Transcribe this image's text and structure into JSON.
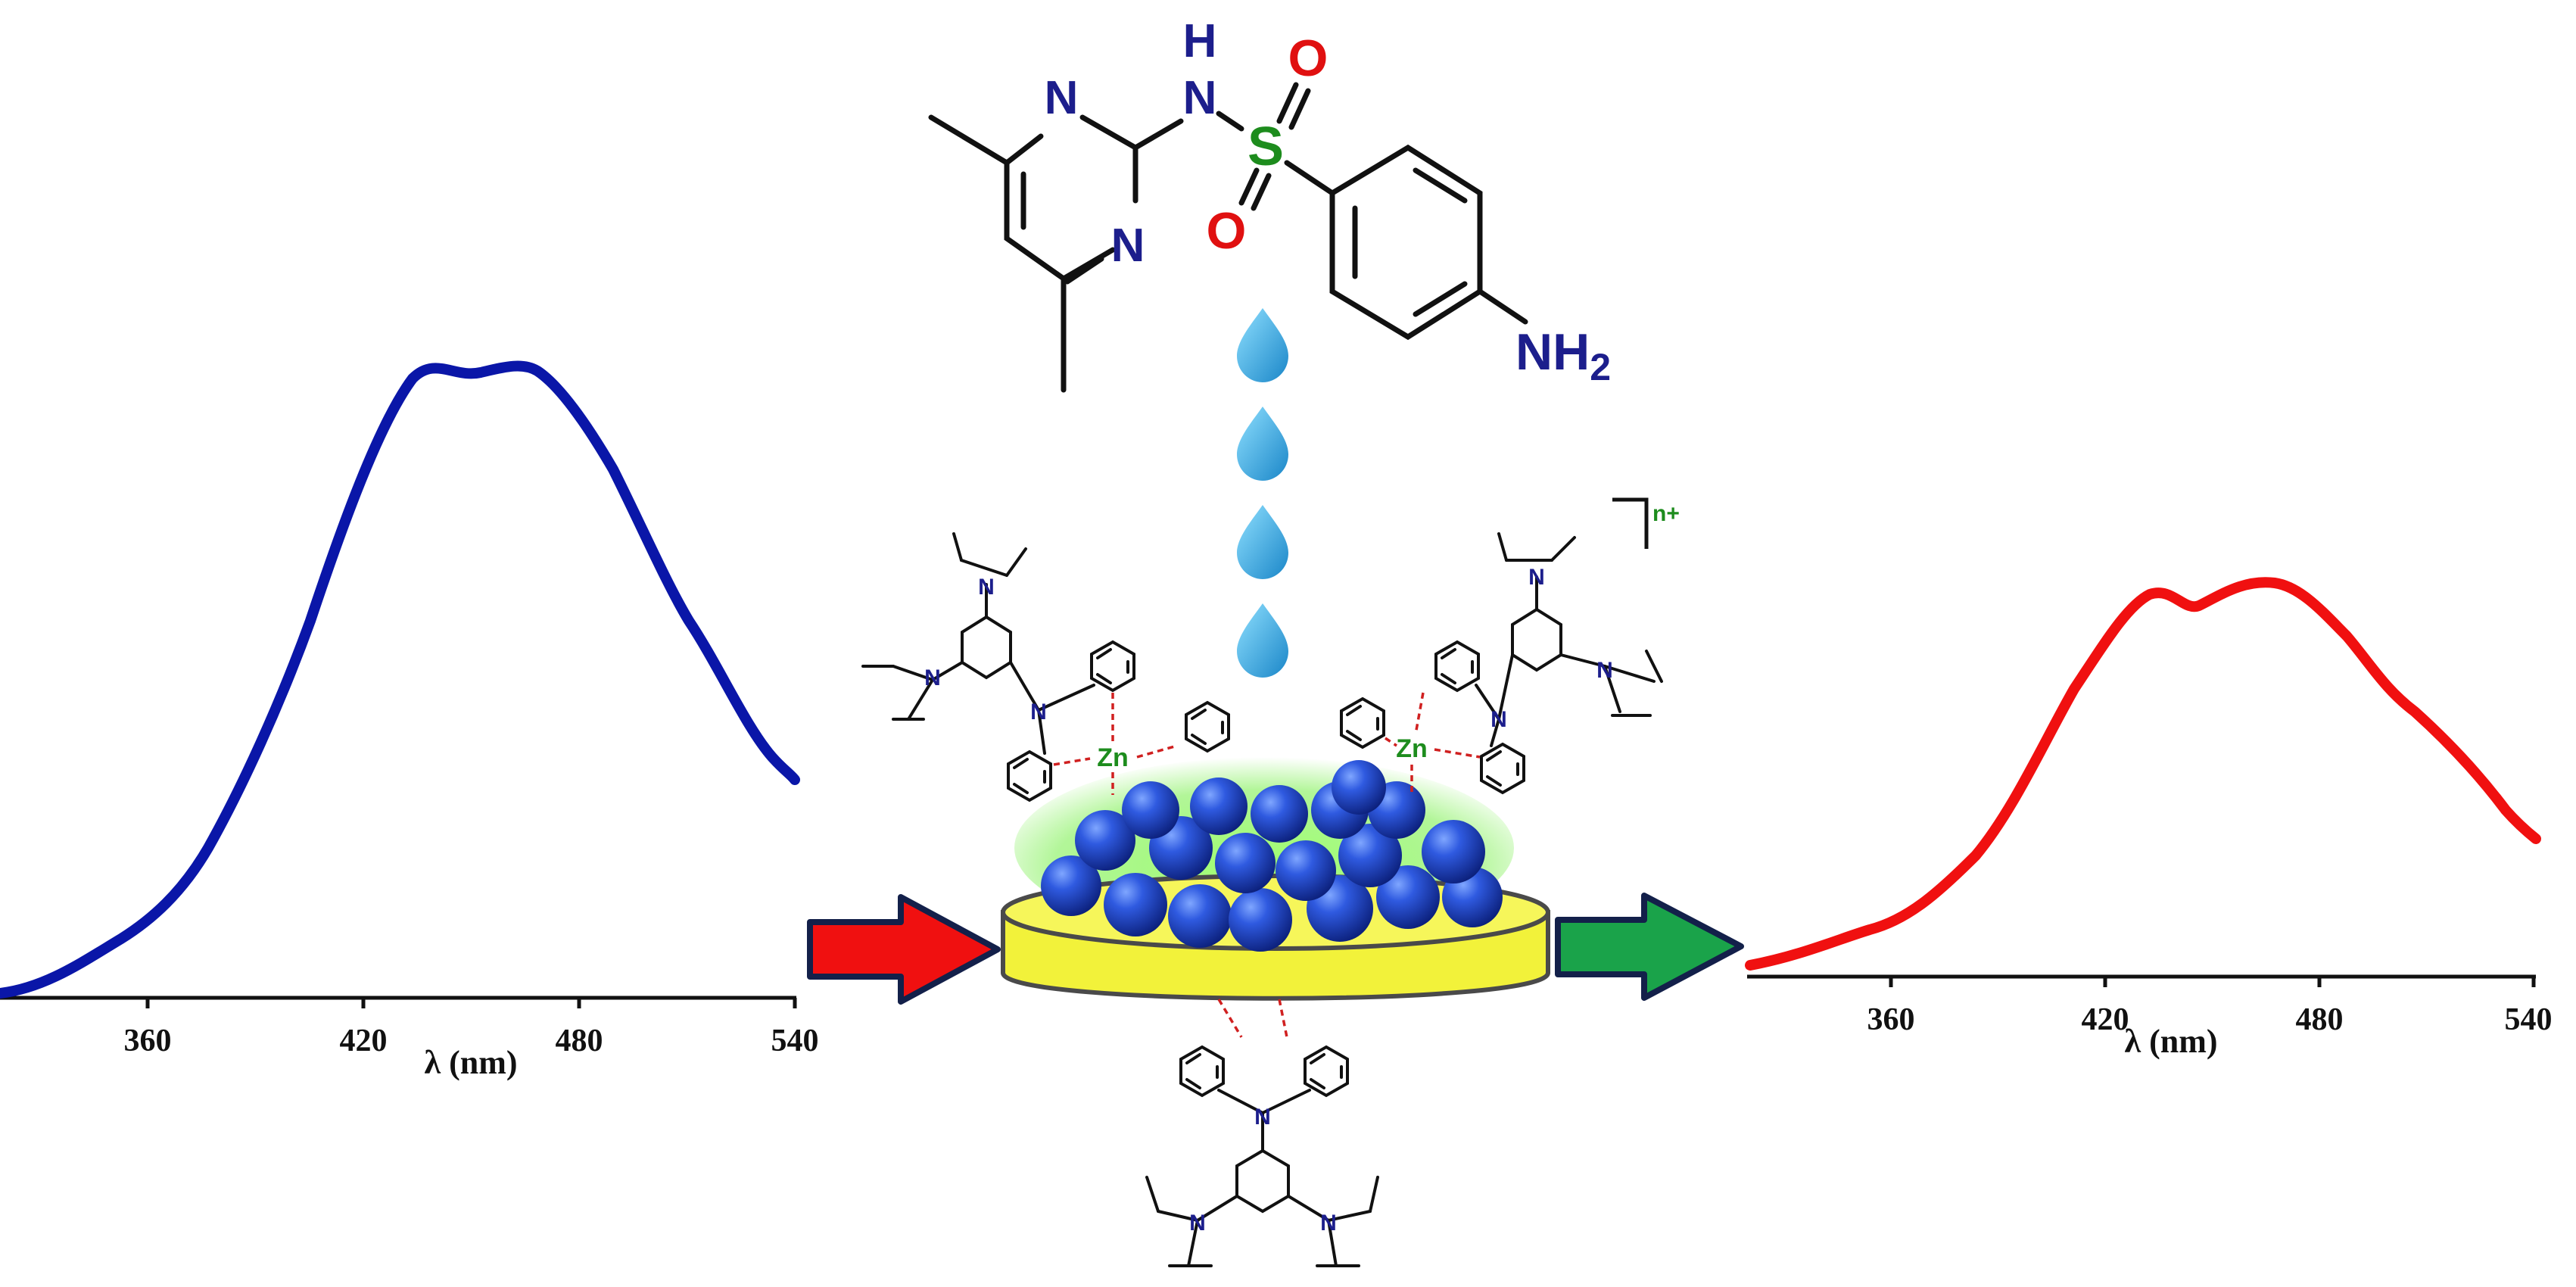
{
  "left_spectrum": {
    "color": "#0a16a8",
    "x_ticks": [
      "360",
      "420",
      "480",
      "540"
    ],
    "x_label": "λ (nm)"
  },
  "right_spectrum": {
    "color": "#f01010",
    "x_ticks": [
      "360",
      "420",
      "480",
      "540"
    ],
    "x_label": "λ (nm)"
  },
  "analyte": {
    "h_label": "H",
    "nh_label": "N",
    "ring_n1": "N",
    "ring_n2": "N",
    "s_label": "S",
    "o1_label": "O",
    "o2_label": "O",
    "amine_label": "NH",
    "amine_sub": "2"
  },
  "complex": {
    "zn_left": "Zn",
    "zn_right": "Zn",
    "n_label": "N",
    "charge": "n+"
  },
  "colors": {
    "red_arrow": "#f01010",
    "green_arrow": "#1aa34a",
    "arrow_outline": "#13204a",
    "disc": "#f2f23a",
    "sphere": "#1b3fc8",
    "glow": "#6ee84a",
    "droplet": "#2aa7de"
  },
  "icons": {
    "droplets": [
      "water-drop-icon",
      "water-drop-icon",
      "water-drop-icon",
      "water-drop-icon"
    ],
    "arrows": [
      "right-arrow-icon",
      "right-arrow-icon"
    ]
  }
}
